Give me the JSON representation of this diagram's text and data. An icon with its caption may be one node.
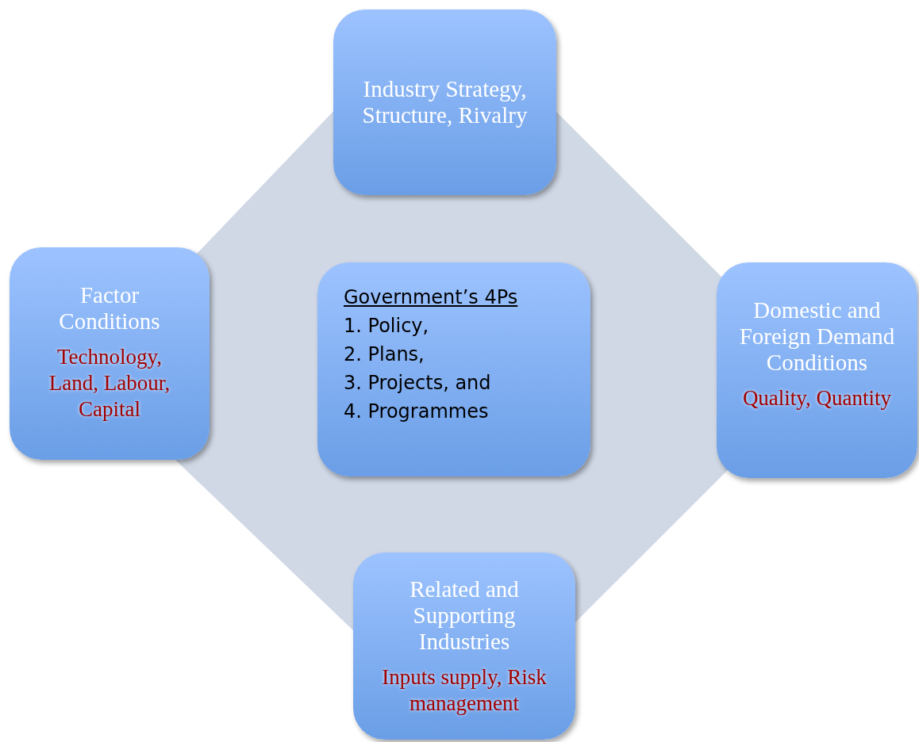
{
  "diagram": {
    "nodes": [
      {
        "text": [
          "Industry Strategy, Structure, Rivalry"
        ]
      },
      {
        "text": [
          "Factor Conditions",
          "Technology, Land, Labour, Capital"
        ]
      },
      {
        "text": [
          "Government’s 4Ps",
          "1. Policy,",
          "2. Plans,",
          "3. Projects, and",
          "4. Programmes"
        ]
      },
      {
        "text": [
          "Domestic and Foreign Demand Conditions",
          "Quality, Quantity"
        ]
      },
      {
        "text": [
          "Related and Supporting Industries",
          "Inputs supply, Risk management"
        ]
      }
    ]
  }
}
